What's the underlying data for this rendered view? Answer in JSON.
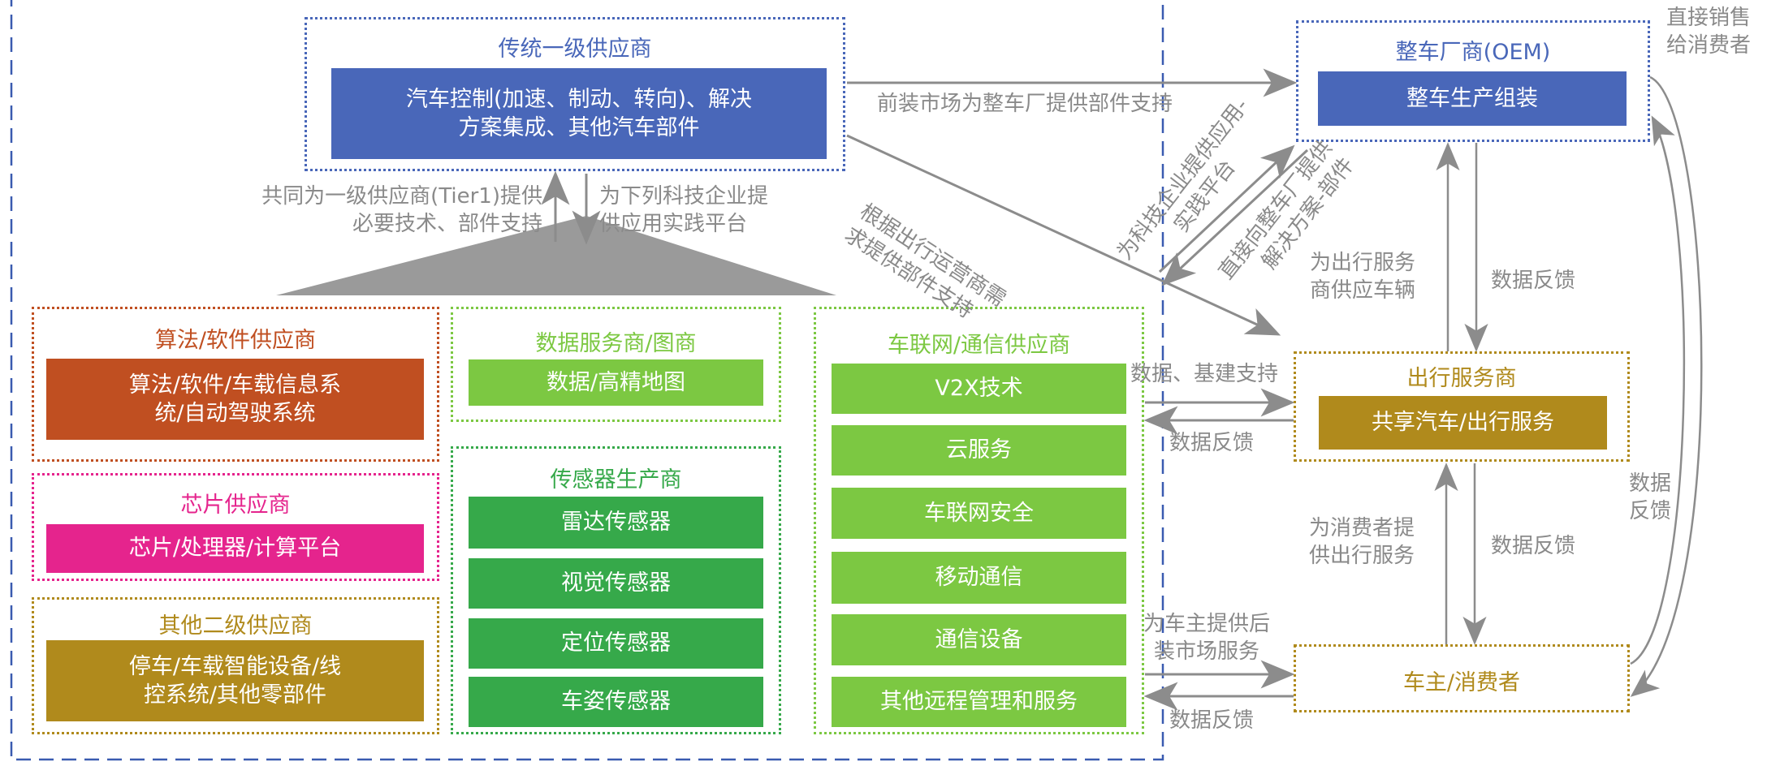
{
  "colors": {
    "blue": "#4967b9",
    "rust": "#c04f21",
    "pink": "#e5248d",
    "gold": "#b08a1c",
    "light_green": "#7cc842",
    "dark_green": "#36a94a",
    "arrow_gray": "#8c8c8c"
  },
  "tier1": {
    "title": "传统一级供应商",
    "content_line1": "汽车控制(加速、制动、转向)、解决",
    "content_line2": "方案集成、其他汽车部件"
  },
  "oem": {
    "title": "整车厂商(OEM)",
    "content": "整车生产组装"
  },
  "mobility": {
    "title": "出行服务商",
    "content": "共享汽车/出行服务"
  },
  "consumer": {
    "title": "车主/消费者"
  },
  "algo": {
    "title": "算法/软件供应商",
    "content_line1": "算法/软件/车载信息系",
    "content_line2": "统/自动驾驶系统"
  },
  "chip": {
    "title": "芯片供应商",
    "content": "芯片/处理器/计算平台"
  },
  "other_tier2": {
    "title": "其他二级供应商",
    "content_line1": "停车/车载智能设备/线",
    "content_line2": "控系统/其他零部件"
  },
  "data_map": {
    "title": "数据服务商/图商",
    "content": "数据/高精地图"
  },
  "sensor": {
    "title": "传感器生产商",
    "items": [
      "雷达传感器",
      "视觉传感器",
      "定位传感器",
      "车姿传感器"
    ]
  },
  "iov": {
    "title": "车联网/通信供应商",
    "items": [
      "V2X技术",
      "云服务",
      "车联网安全",
      "移动通信",
      "通信设备",
      "其他远程管理和服务"
    ]
  },
  "labels": {
    "tier1_support_1": "共同为一级供应商(Tier1)提供",
    "tier1_support_2": "必要技术、部件支持",
    "platform_1": "为下列科技企业提",
    "platform_2": "供应用实践平台",
    "oem_parts": "前装市场为整车厂提供部件支持",
    "mobility_parts_1": "根据出行运营商需",
    "mobility_parts_2": "求提供部件支持",
    "tech_platform_1": "为科技企业提供应用-",
    "tech_platform_2": "实践平台",
    "direct_oem_1": "直接向整车厂提供",
    "direct_oem_2": "解决方案-部件",
    "supply_vehicles_1": "为出行服务",
    "supply_vehicles_2": "商供应车辆",
    "feedback_oem": "数据反馈",
    "infra_support": "数据、基建支持",
    "feedback_mobility": "数据反馈",
    "serve_consumer_1": "为消费者提",
    "serve_consumer_2": "供出行服务",
    "feedback_consumer_mob": "数据反馈",
    "aftermarket_1": "为车主提供后",
    "aftermarket_2": "装市场服务",
    "feedback_consumer": "数据反馈",
    "direct_sale_1": "直接销售",
    "direct_sale_2": "给消费者",
    "feedback_right_1": "数据",
    "feedback_right_2": "反馈"
  }
}
